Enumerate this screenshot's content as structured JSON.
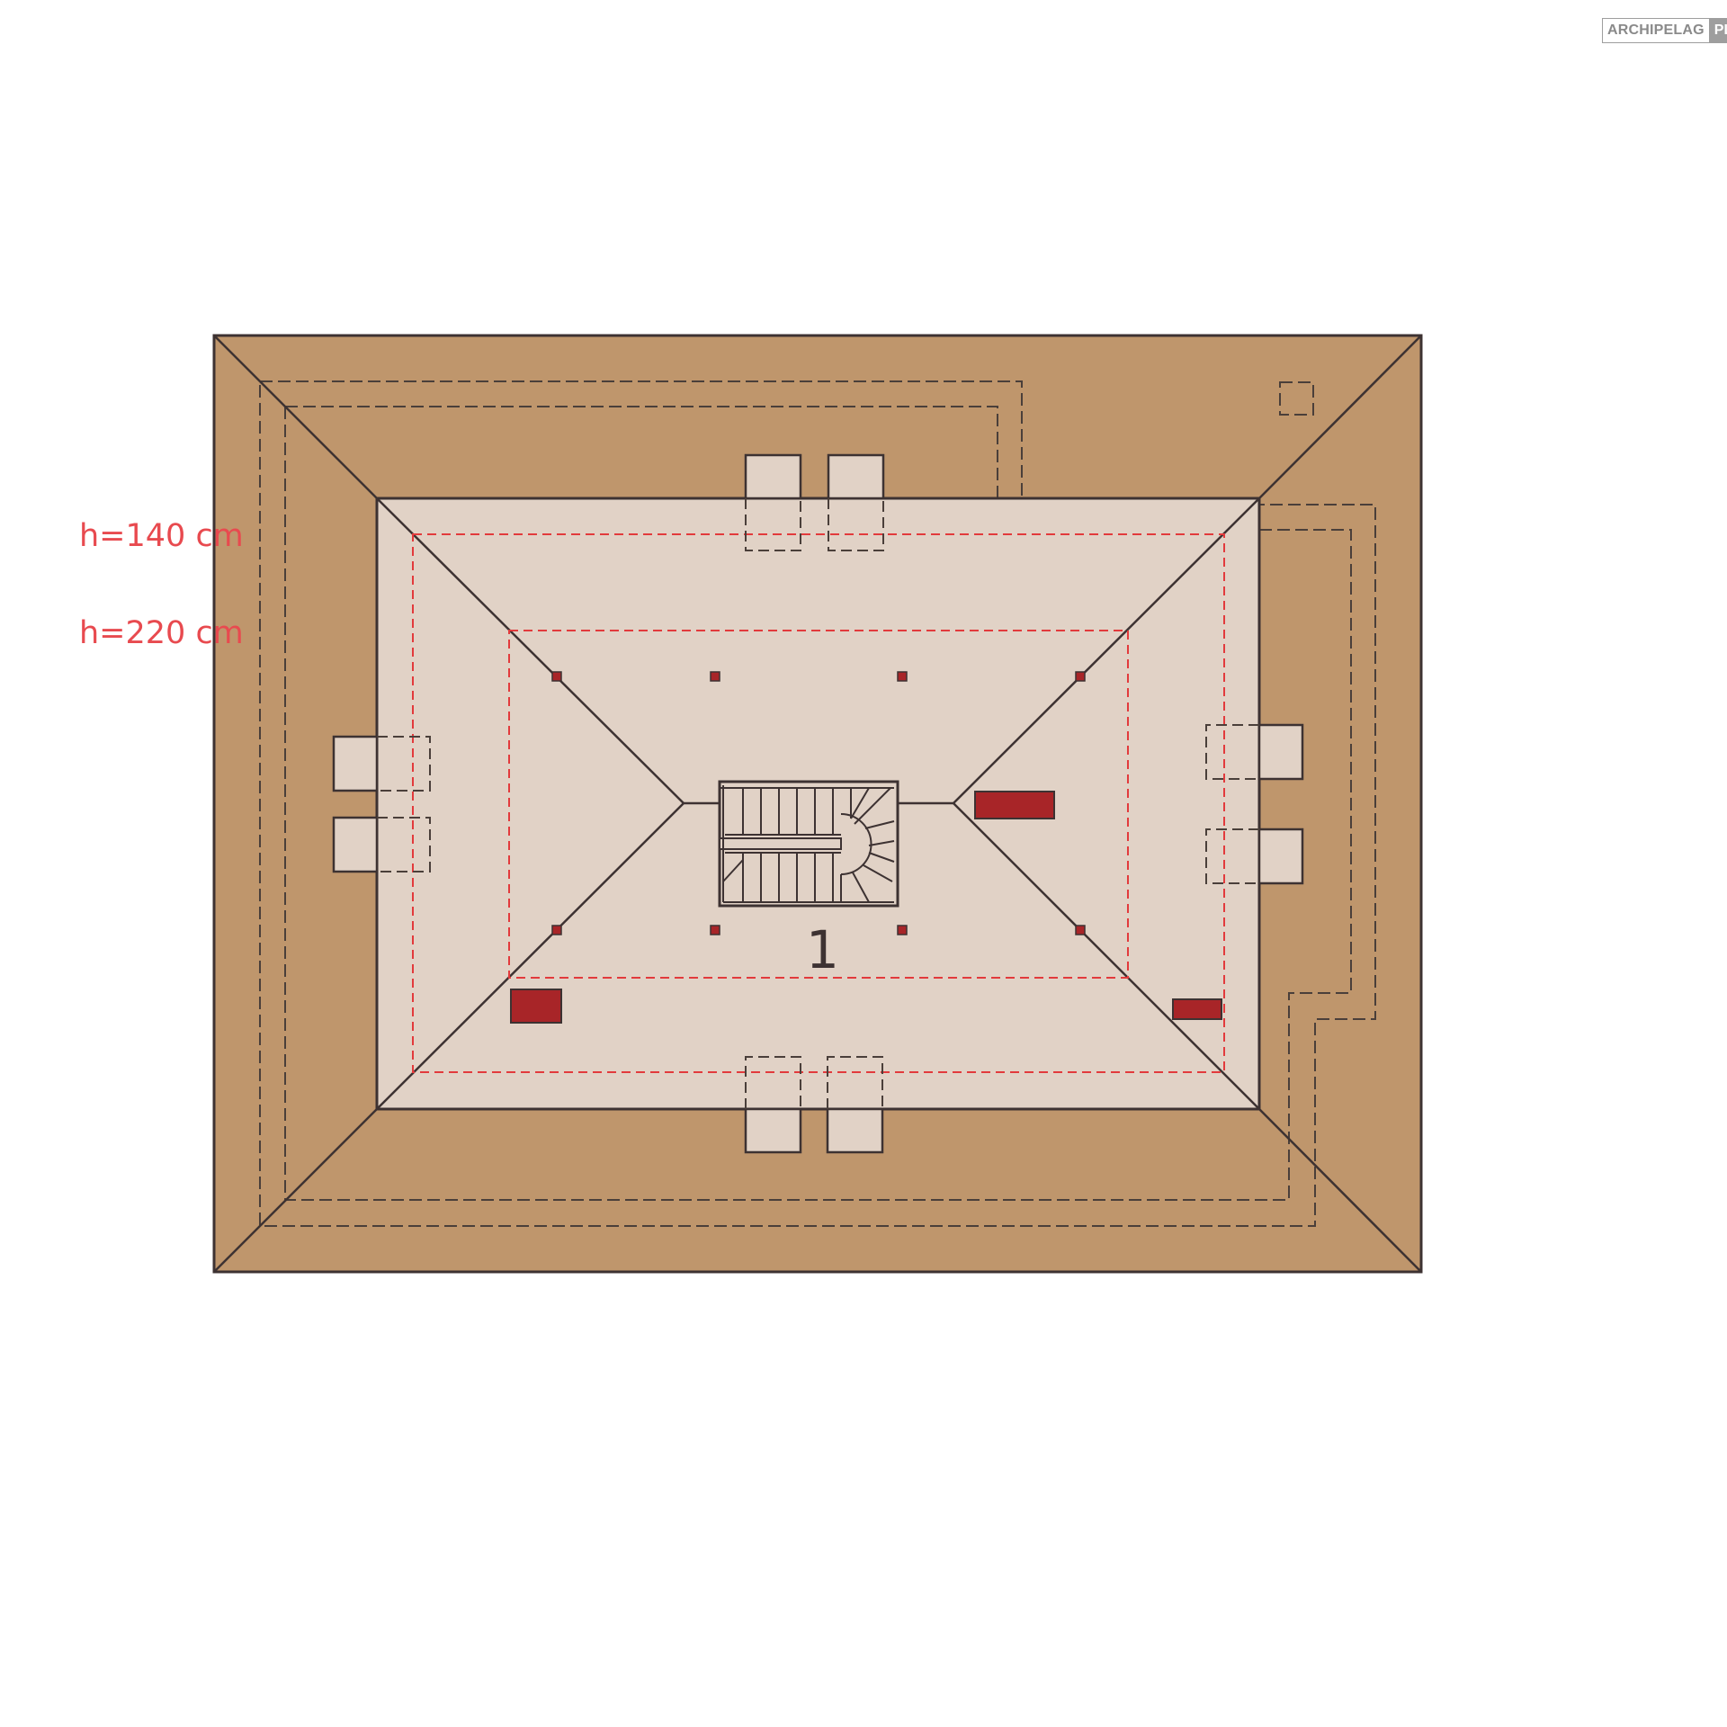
{
  "labels": {
    "height_140": "h=140 cm",
    "height_220": "h=220 cm",
    "room_number": "1"
  },
  "logo": {
    "main": "ARCHIPELAG",
    "suffix": "PL"
  },
  "colors": {
    "roof": "#bf966c",
    "floor": "#e1d2c6",
    "outline": "#3d3232",
    "red_dashed": "#e23a3c",
    "chimney": "#a82528",
    "label_red": "#e84a4f",
    "logo_grey": "#9e9e9e"
  }
}
